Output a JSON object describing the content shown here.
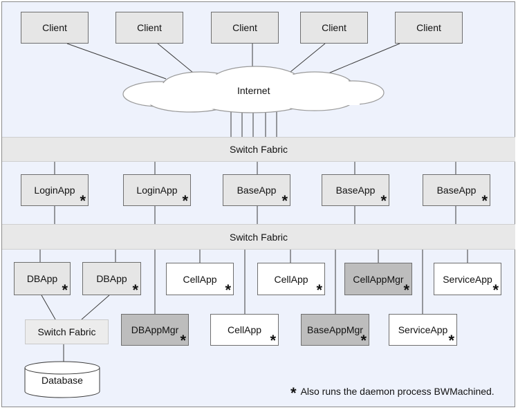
{
  "clients": [
    "Client",
    "Client",
    "Client",
    "Client",
    "Client"
  ],
  "internet": "Internet",
  "switch_fabric": "Switch Fabric",
  "row_apps": [
    "LoginApp",
    "LoginApp",
    "BaseApp",
    "BaseApp",
    "BaseApp"
  ],
  "db_apps": [
    "DBApp",
    "DBApp"
  ],
  "db_switch_fabric": "Switch Fabric",
  "database": "Database",
  "db_app_mgr": "DBAppMgr",
  "cell_apps": [
    "CellApp",
    "CellApp",
    "CellApp"
  ],
  "cell_app_mgr": "CellAppMgr",
  "base_app_mgr": "BaseAppMgr",
  "service_apps": [
    "ServiceApp",
    "ServiceApp"
  ],
  "daemon_marker": "*",
  "legend_text": "Also runs the daemon process BWMachined."
}
